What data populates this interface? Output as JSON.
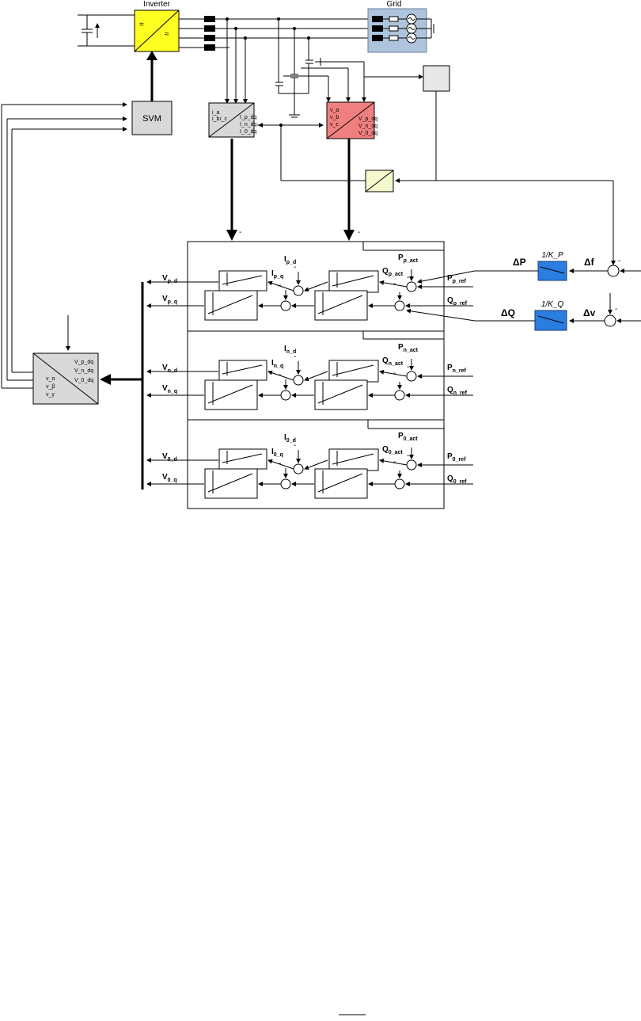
{
  "titles": {
    "inverter": "Inverter",
    "grid": "Grid",
    "svm": "SVM"
  },
  "inverter_symbols": {
    "dc": "=",
    "ac": "≈"
  },
  "transforms": {
    "current": {
      "in": [
        "i_a",
        "i_b",
        "i_c"
      ],
      "out": [
        "I_p_dq",
        "I_n_dq",
        "I_0_dq"
      ]
    },
    "voltage": {
      "in": [
        "v_a",
        "v_b",
        "v_c"
      ],
      "out": [
        "V_p_dq",
        "V_n_dq",
        "V_0_dq"
      ]
    },
    "inverse": {
      "in": [
        "V_p_dq",
        "V_n_dq",
        "V_0_dq"
      ],
      "out": [
        "v_α",
        "v_β",
        "v_γ"
      ]
    }
  },
  "droop": {
    "p": {
      "gain": "1/K_P",
      "in": "Δf",
      "out": "ΔP"
    },
    "q": {
      "gain": "1/K_Q",
      "in": "Δv",
      "out": "ΔQ"
    }
  },
  "sequences": [
    {
      "id": "p",
      "color": "red",
      "I_d": "I_p_d",
      "I_q": "I_p_q",
      "P_act": "P_p_act",
      "Q_act": "Q_p_act",
      "P_ref": "P_p_ref",
      "Q_ref": "Q_p_ref",
      "V_d": "V_p_d",
      "V_q": "V_p_q"
    },
    {
      "id": "n",
      "color": "blue",
      "I_d": "I_n_d",
      "I_q": "I_n_q",
      "P_act": "P_n_act",
      "Q_act": "Q_n_act",
      "P_ref": "P_n_ref",
      "Q_ref": "Q_n_ref",
      "V_d": "V_n_d",
      "V_q": "V_n_q"
    },
    {
      "id": "0",
      "color": "black",
      "I_d": "I_0_d",
      "I_q": "I_0_q",
      "P_act": "P_0_act",
      "Q_act": "Q_0_act",
      "P_ref": "P_0_ref",
      "Q_ref": "Q_0_ref",
      "V_d": "V_0_d",
      "V_q": "V_0_q"
    }
  ],
  "minus": "-",
  "colors": {
    "inverter": "#ffff22",
    "grid": "#aec4dc",
    "voltage_transform": "#f08080",
    "current_transform": "#d8d8d8",
    "droop": "#2a7de1",
    "pll": "#f4f8cc"
  }
}
